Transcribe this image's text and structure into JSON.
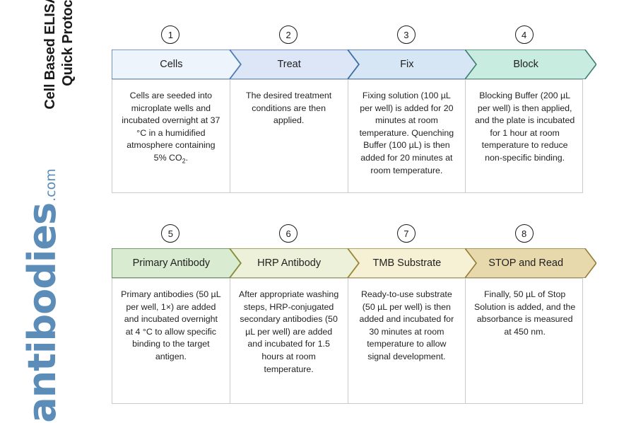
{
  "title": {
    "line1": "Cell Based ELISA Kits",
    "line2": "Quick Protocol"
  },
  "logo": {
    "name": "antibodies",
    "tld": ".com",
    "color": "#5b8db8"
  },
  "rows": [
    {
      "id": "row-1",
      "steps": [
        {
          "number": "1",
          "label": "Cells",
          "fill": "#eef4fb",
          "stroke": "#4f7eb3",
          "body": "Cells are seeded into microplate wells and incubated overnight at 37 °C in a humidified atmosphere containing 5% CO₂."
        },
        {
          "number": "2",
          "label": "Treat",
          "fill": "#dde6f7",
          "stroke": "#4f7eb3",
          "body": "The desired treatment conditions are then applied."
        },
        {
          "number": "3",
          "label": "Fix",
          "fill": "#d6e6f5",
          "stroke": "#3f6f9e",
          "body": "Fixing solution (100 µL per well) is added for 20 minutes at room temperature. Quenching Buffer (100 µL) is then added for 20 minutes at room temperature."
        },
        {
          "number": "4",
          "label": "Block",
          "fill": "#c9ece0",
          "stroke": "#3f7d72",
          "body": "Blocking Buffer (200 µL per well) is then applied, and the plate is incubated for 1 hour at room temperature to reduce non-specific binding."
        }
      ]
    },
    {
      "id": "row-2",
      "steps": [
        {
          "number": "5",
          "label": "Primary Antibody",
          "fill": "#d9ecd2",
          "stroke": "#4c8140",
          "body": "Primary antibodies (50 µL per well, 1×) are added and incubated overnight at 4 °C to allow specific binding to the target antigen."
        },
        {
          "number": "6",
          "label": "HRP Antibody",
          "fill": "#eef1d9",
          "stroke": "#8a8c36",
          "body": "After appropriate washing steps, HRP-conjugated secondary antibodies (50 µL per well) are added and incubated for 1.5 hours at room temperature."
        },
        {
          "number": "7",
          "label": "TMB Substrate",
          "fill": "#f6f0d4",
          "stroke": "#9a8838",
          "body": "Ready-to-use substrate (50 µL per well) is then added and incubated for 30 minutes at room temperature to allow signal development."
        },
        {
          "number": "8",
          "label": "STOP and Read",
          "fill": "#e8d9ad",
          "stroke": "#937c35",
          "body": "Finally, 50 µL of Stop Solution is added, and the absorbance is measured at 450 nm."
        }
      ]
    }
  ]
}
